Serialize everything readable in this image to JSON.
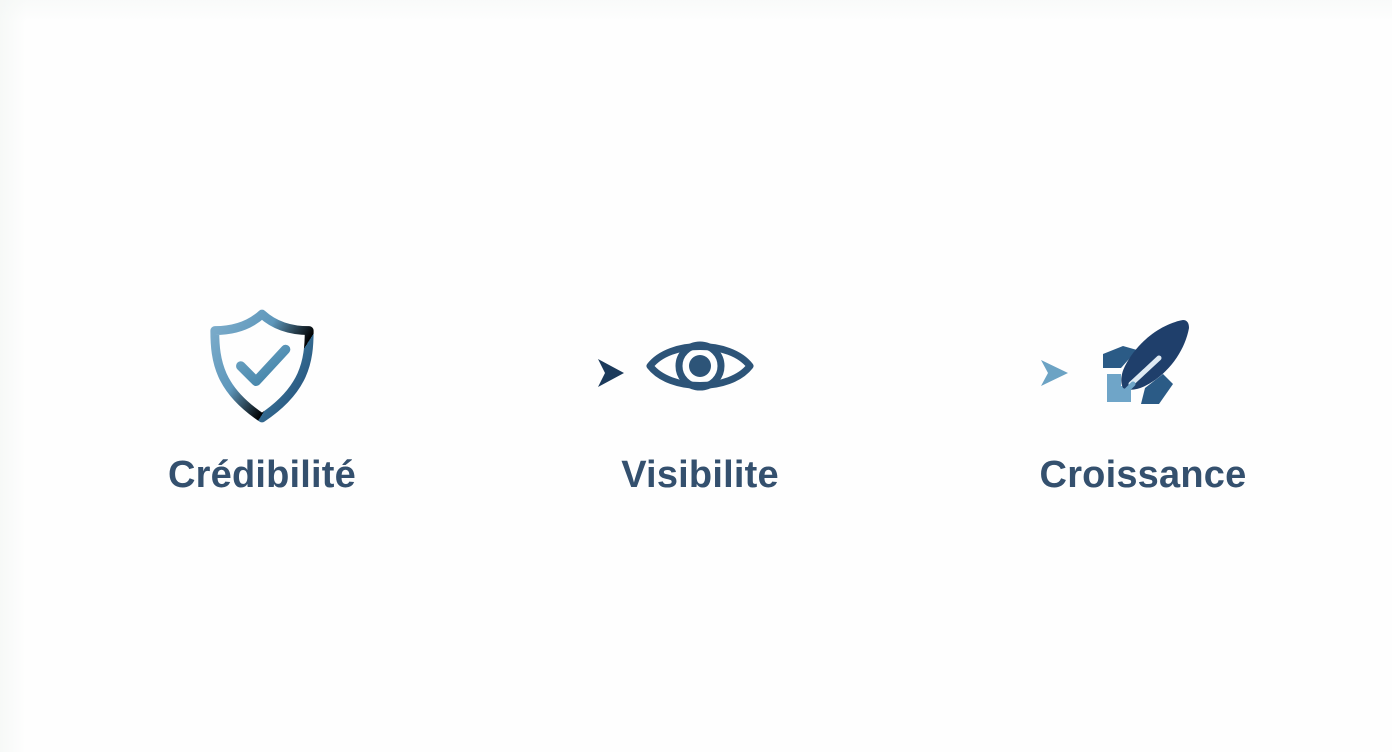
{
  "diagram": {
    "title": "Credibility to Visibility to Growth flow",
    "background_color": "#fefefe",
    "label_color": "#34506e",
    "nodes": [
      {
        "id": "credibilite",
        "label": "Crédibilité",
        "icon": "shield-check-icon",
        "icon_colors": {
          "from": "#6fa3c4",
          "to": "#27527a"
        }
      },
      {
        "id": "visibilite",
        "label": "Visibilite",
        "icon": "eye-icon",
        "icon_colors": {
          "from": "#2d5478",
          "to": "#2d5478"
        }
      },
      {
        "id": "croissance",
        "label": "Croissance",
        "icon": "rocket-icon",
        "icon_colors": {
          "from": "#1f3f6b",
          "to": "#6aa3c8"
        }
      }
    ],
    "connectors": [
      {
        "id": "arrow-1",
        "from": "credibilite",
        "to": "visibilite",
        "color_start": "#3f6f9b",
        "color_end": "#1c3b5c"
      },
      {
        "id": "arrow-2",
        "from": "visibilite",
        "to": "croissance",
        "color_start": "#7cadc9",
        "color_end": "#6aa2c2"
      }
    ]
  }
}
